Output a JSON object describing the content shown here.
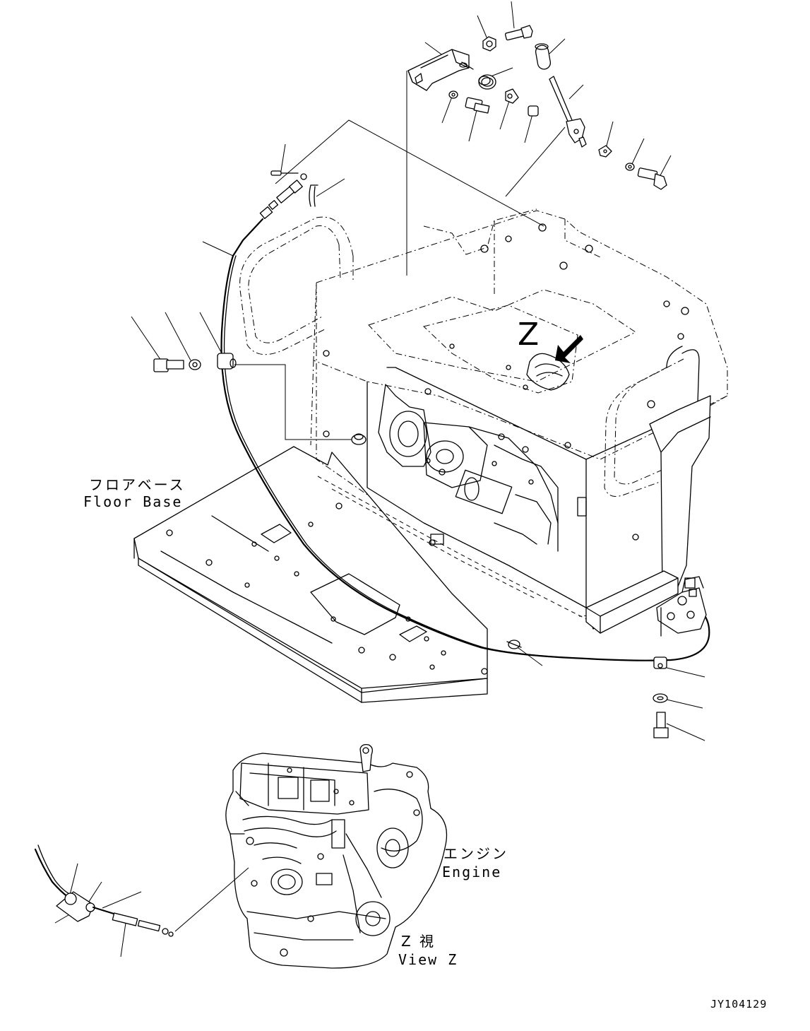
{
  "labels": {
    "floor_base_jp": "フロアベース",
    "floor_base_en": "Floor Base",
    "engine_jp": "エンジン",
    "engine_en": "Engine",
    "view_z_jp": "Z  視",
    "view_z_en": "View Z",
    "view_marker": "Z",
    "drawing_code": "JY104129"
  },
  "icons": {
    "view_arrow": "arrow-down-left-icon"
  }
}
